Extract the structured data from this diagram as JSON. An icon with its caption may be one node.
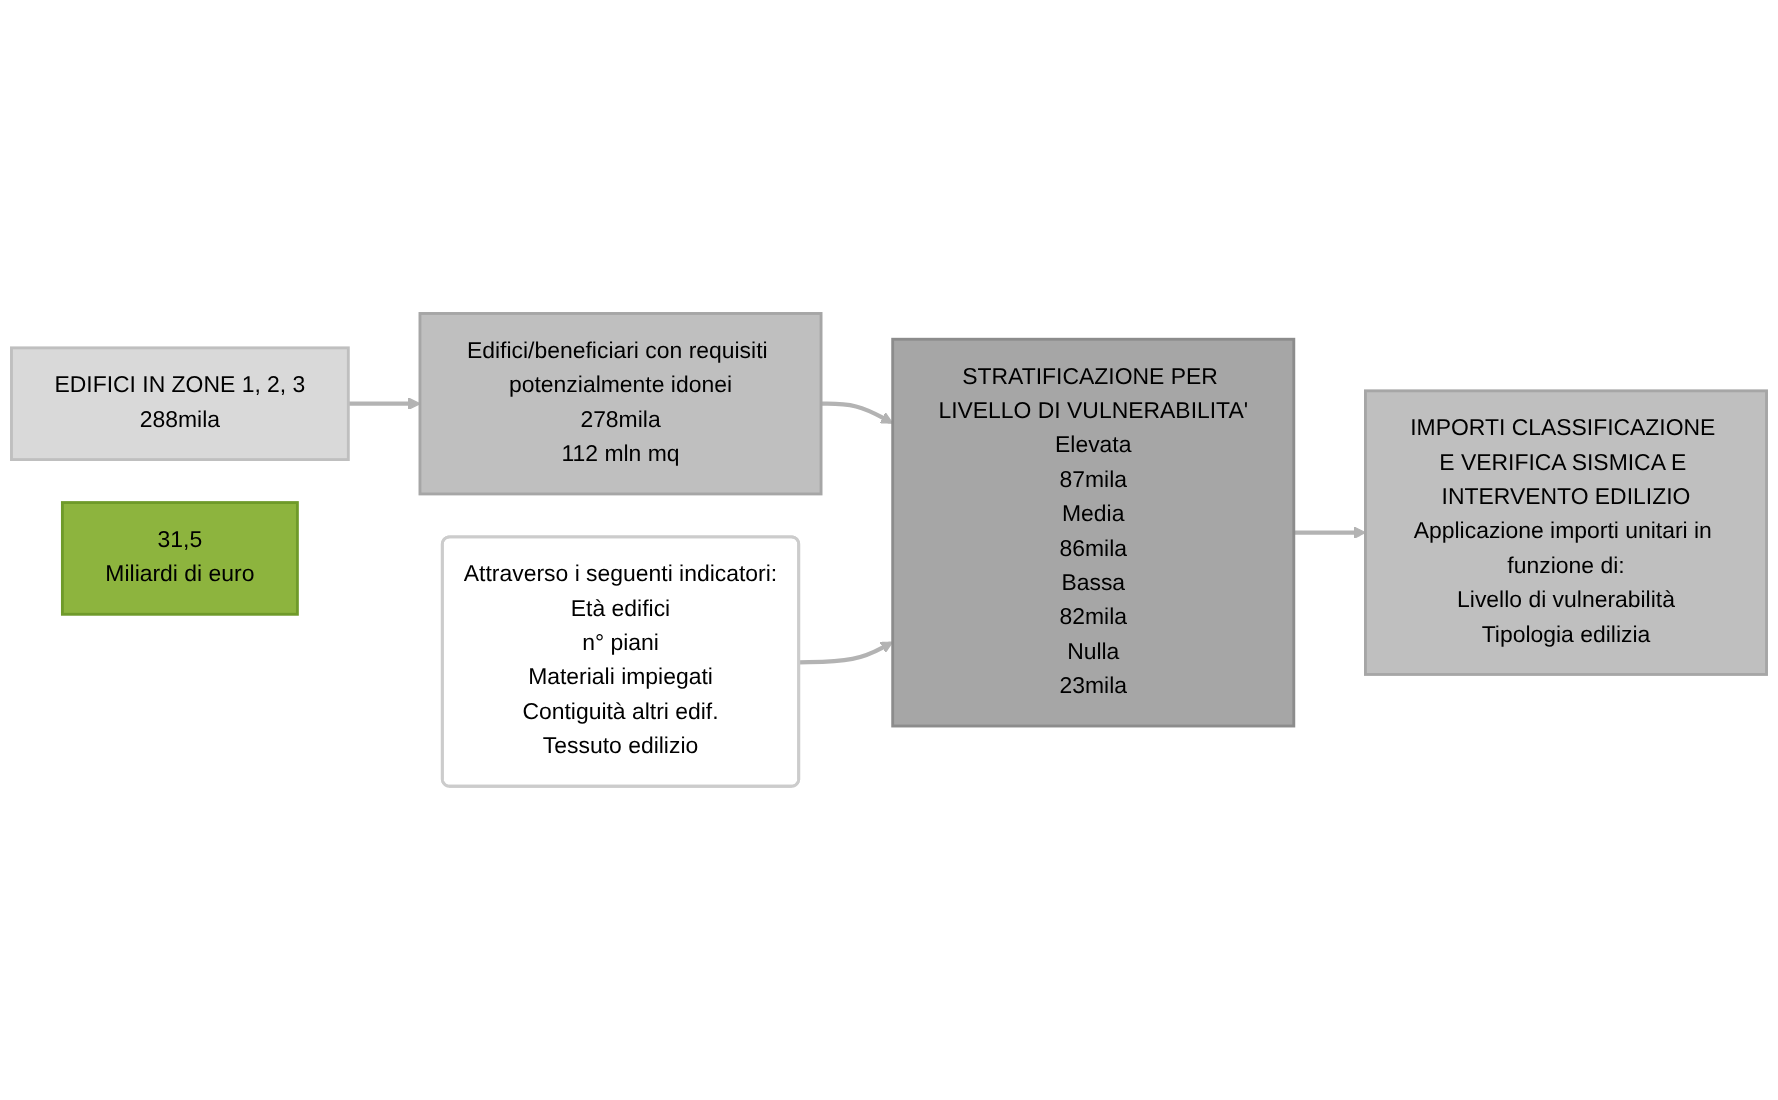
{
  "diagram": {
    "nodes": [
      {
        "text": [
          "EDIFICI IN ZONE 1, 2, 3",
          "288mila"
        ]
      },
      {
        "text": [
          "Edifici/beneficiari con requisiti potenzialmente idonei",
          "278mila",
          "112 mln mq"
        ]
      },
      {
        "text": [
          "Attraverso i seguenti indicatori:",
          "Età edifici",
          "n° piani",
          "Materiali impiegati",
          "Contiguità altri edif.",
          "Tessuto edilizio"
        ]
      },
      {
        "text": [
          "STRATIFICAZIONE PER LIVELLO DI VULNERABILITA'",
          "Elevata",
          "87mila",
          "Media",
          "86mila",
          "Bassa",
          "82mila",
          "Nulla",
          "23mila"
        ]
      },
      {
        "text": [
          "IMPORTI CLASSIFICAZIONE E VERIFICA SISMICA E INTERVENTO EDILIZIO",
          "Applicazione importi unitari in funzione di:",
          "Livello di vulnerabilità",
          "Tipologia edilizia"
        ]
      },
      {
        "text": [
          "31,5",
          "Miliardi di euro"
        ]
      }
    ],
    "edges": [
      {
        "from": 0,
        "to": 1,
        "arrow": "to"
      },
      {
        "from": 1,
        "to": 3,
        "arrow": "to"
      },
      {
        "from": 2,
        "to": 3,
        "arrow": "to"
      },
      {
        "from": 3,
        "to": 4,
        "arrow": "to"
      }
    ]
  }
}
